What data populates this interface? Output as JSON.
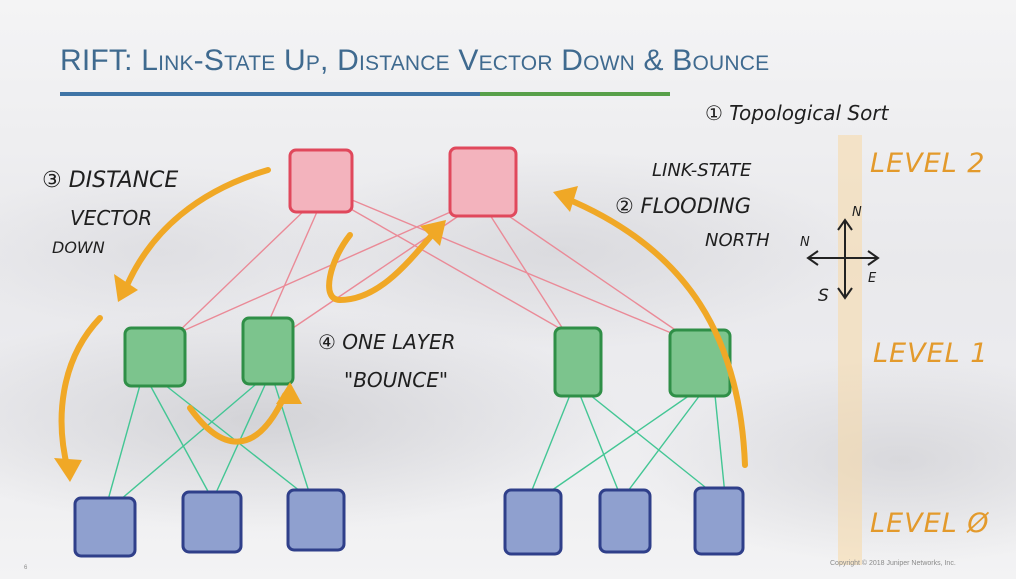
{
  "title": "RIFT: Link-State Up, Distance Vector Down & Bounce",
  "annotations": {
    "topological_sort": "① Topological Sort",
    "distance_vector": [
      "③ DISTANCE",
      "VECTOR",
      "DOWN"
    ],
    "link_state": [
      "LINK-STATE",
      "② FLOODING",
      "NORTH"
    ],
    "bounce": [
      "④ ONE LAYER",
      "\"BOUNCE\""
    ]
  },
  "levels": {
    "level2": "LEVEL 2",
    "level1": "LEVEL 1",
    "level0": "LEVEL Ø"
  },
  "compass": {
    "north": "N",
    "south": "S",
    "east": "E",
    "west": "N"
  },
  "footer": {
    "copyright": "Copyright © 2018 Juniper Networks, Inc.",
    "page": "6"
  },
  "colors": {
    "level2_node": "#e0485c",
    "level1_node": "#2f8f47",
    "level0_node": "#2f3f8a",
    "arrow": "#f0a826",
    "link_upper": "#ea8a97",
    "link_lower": "#43c694",
    "title": "#3f6a8f"
  }
}
